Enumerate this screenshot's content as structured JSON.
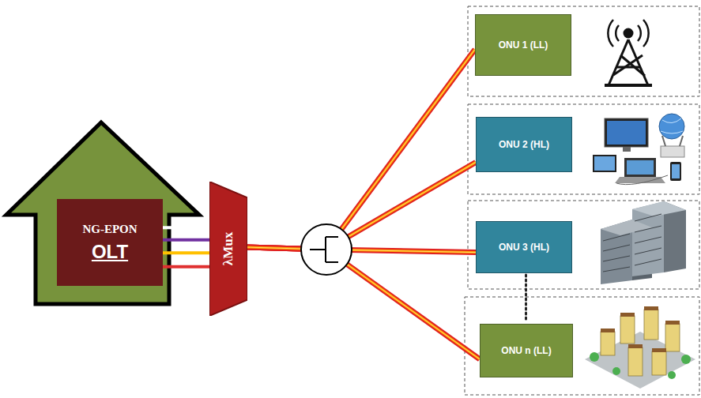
{
  "diagram": {
    "nodes": [
      {
        "text": [
          "NG-EPON",
          "OLT"
        ]
      },
      {
        "text": [
          "λMux"
        ]
      },
      {
        "text": [
          "ONU 1 (LL)"
        ]
      },
      {
        "text": [
          "ONU 2 (HL)"
        ]
      },
      {
        "text": [
          "ONU 3 (HL)"
        ]
      },
      {
        "text": [
          "ONU n (LL)"
        ]
      }
    ],
    "edges": [
      {
        "from": 0,
        "to": 1,
        "arrow": "none"
      },
      {
        "from": 0,
        "to": 1,
        "arrow": "none"
      },
      {
        "from": 0,
        "to": 1,
        "arrow": "none"
      },
      {
        "from": 0,
        "to": 1,
        "arrow": "none"
      },
      {
        "from": 1,
        "to": 2,
        "arrow": "none"
      },
      {
        "from": 1,
        "to": 3,
        "arrow": "none"
      },
      {
        "from": 1,
        "to": 4,
        "arrow": "none"
      },
      {
        "from": 1,
        "to": 5,
        "arrow": "none"
      },
      {
        "from": 4,
        "to": 5,
        "arrow": "none"
      }
    ]
  }
}
